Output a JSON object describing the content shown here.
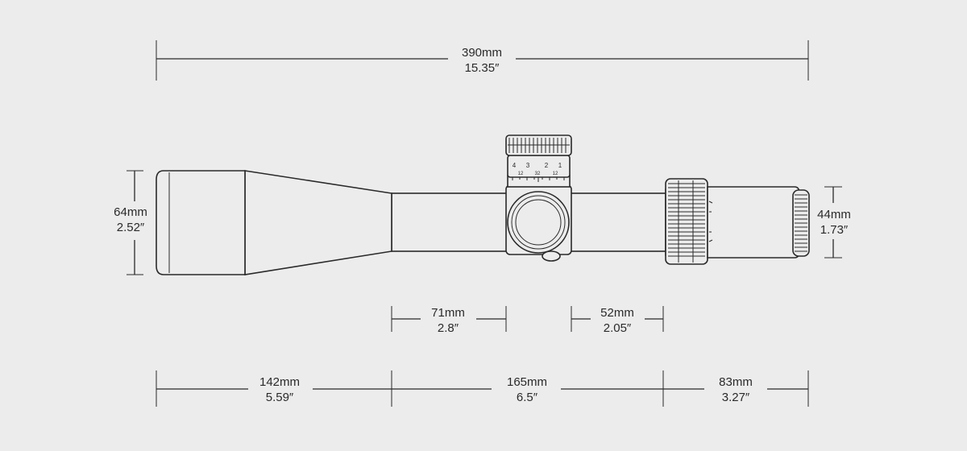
{
  "dimensions": {
    "overall": {
      "mm": "390mm",
      "inch": "15.35″"
    },
    "objective_diameter": {
      "mm": "64mm",
      "inch": "2.52″"
    },
    "eyepiece_diameter": {
      "mm": "44mm",
      "inch": "1.73″"
    },
    "turret_mount_span": {
      "mm": "71mm",
      "inch": "2.8″"
    },
    "rear_mount_span": {
      "mm": "52mm",
      "inch": "2.05″"
    },
    "objective_section": {
      "mm": "142mm",
      "inch": "5.59″"
    },
    "tube_section": {
      "mm": "165mm",
      "inch": "6.5″"
    },
    "eyepiece_section": {
      "mm": "83mm",
      "inch": "3.27″"
    }
  },
  "turret_scale": {
    "major": [
      "4",
      "3",
      "2",
      "1"
    ],
    "minor": [
      "12",
      "32",
      "12"
    ]
  },
  "colors": {
    "background": "#ececec",
    "ink": "#2a2a2a"
  }
}
